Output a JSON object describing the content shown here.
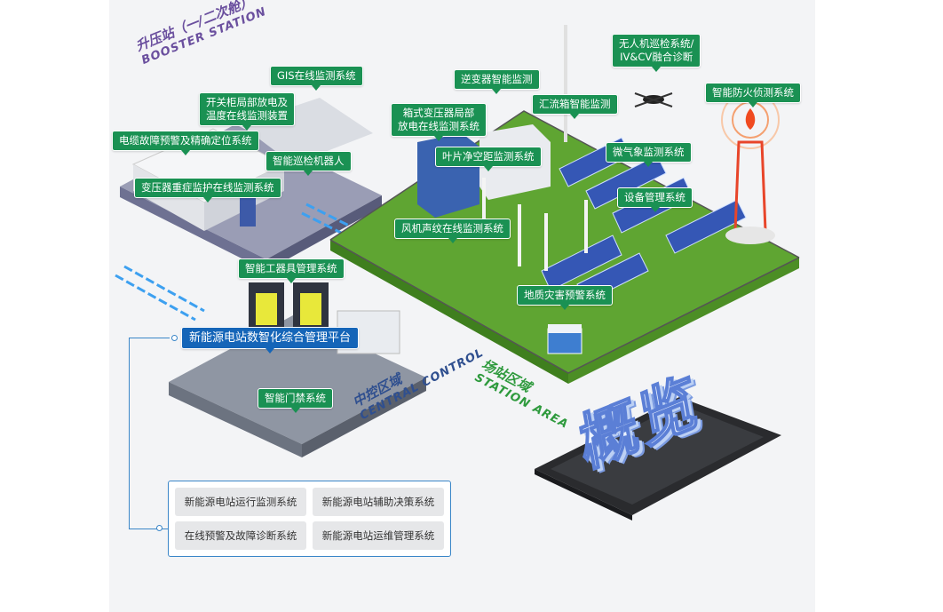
{
  "zones": {
    "booster": {
      "cn": "升压站（一/二次舱）",
      "en": "BOOSTER STATION",
      "color": "#6a4f9e"
    },
    "central": {
      "cn": "中控区域",
      "en": "CENTRAL CONTROL",
      "color": "#2f4f8f"
    },
    "station": {
      "cn": "场站区域",
      "en": "STATION AREA",
      "color": "#2e9a3d"
    }
  },
  "title": "概览",
  "labels": {
    "gis": "GIS在线监测系统",
    "switchgear_l1": "开关柜局部放电及",
    "switchgear_l2": "温度在线监测装置",
    "cable": "电缆故障预警及精确定位系统",
    "robot": "智能巡检机器人",
    "transformer": "变压器重症监护在线监测系统",
    "inverter": "逆变器智能监测",
    "box_transformer_l1": "箱式变压器局部",
    "box_transformer_l2": "放电在线监测系统",
    "combiner": "汇流箱智能监测",
    "drone_l1": "无人机巡检系统/",
    "drone_l2": "IV&CV融合诊断",
    "fire": "智能防火侦测系统",
    "blade": "叶片净空距监测系统",
    "weather": "微气象监测系统",
    "device": "设备管理系统",
    "acoustic": "风机声纹在线监测系统",
    "tools": "智能工器具管理系统",
    "platform": "新能源电站数智化综合管理平台",
    "geo": "地质灾害预警系统",
    "access": "智能门禁系统"
  },
  "subsystems": [
    "新能源电站运行监测系统",
    "新能源电站辅助决策系统",
    "在线预警及故障诊断系统",
    "新能源电站运维管理系统"
  ],
  "colors": {
    "label_green": "#1a9153",
    "label_blue": "#1565b8",
    "grass": "#5fa532",
    "connector": "#3a86c8"
  }
}
